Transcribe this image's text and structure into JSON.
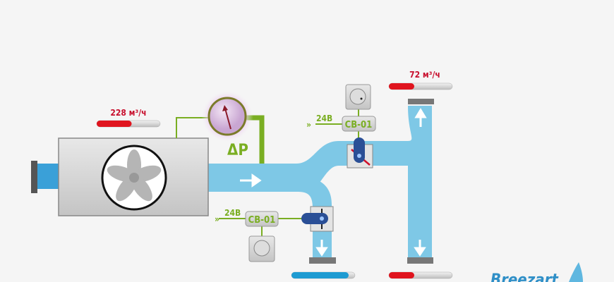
{
  "flows": {
    "supply_total": {
      "label": "228 м³/ч",
      "fraction": 0.55,
      "color": "#e0141e"
    },
    "branch_top": {
      "label": "72 м³/ч",
      "fraction": 0.4,
      "color": "#e0141e"
    },
    "branch_bottom_left": {
      "fraction": 0.9,
      "color": "#1e9bd2"
    },
    "branch_bottom_right": {
      "fraction": 0.4,
      "color": "#e0141e"
    }
  },
  "pressure_sensor": {
    "label": "ΔP"
  },
  "controllers": [
    {
      "label": "CB-01",
      "voltage": "24В"
    },
    {
      "label": "CB-01",
      "voltage": "24В"
    }
  ],
  "logo": "Breezart",
  "colors": {
    "duct": "#7ec8e6",
    "wire": "#7aae22",
    "unit": "#d6d6d6"
  }
}
